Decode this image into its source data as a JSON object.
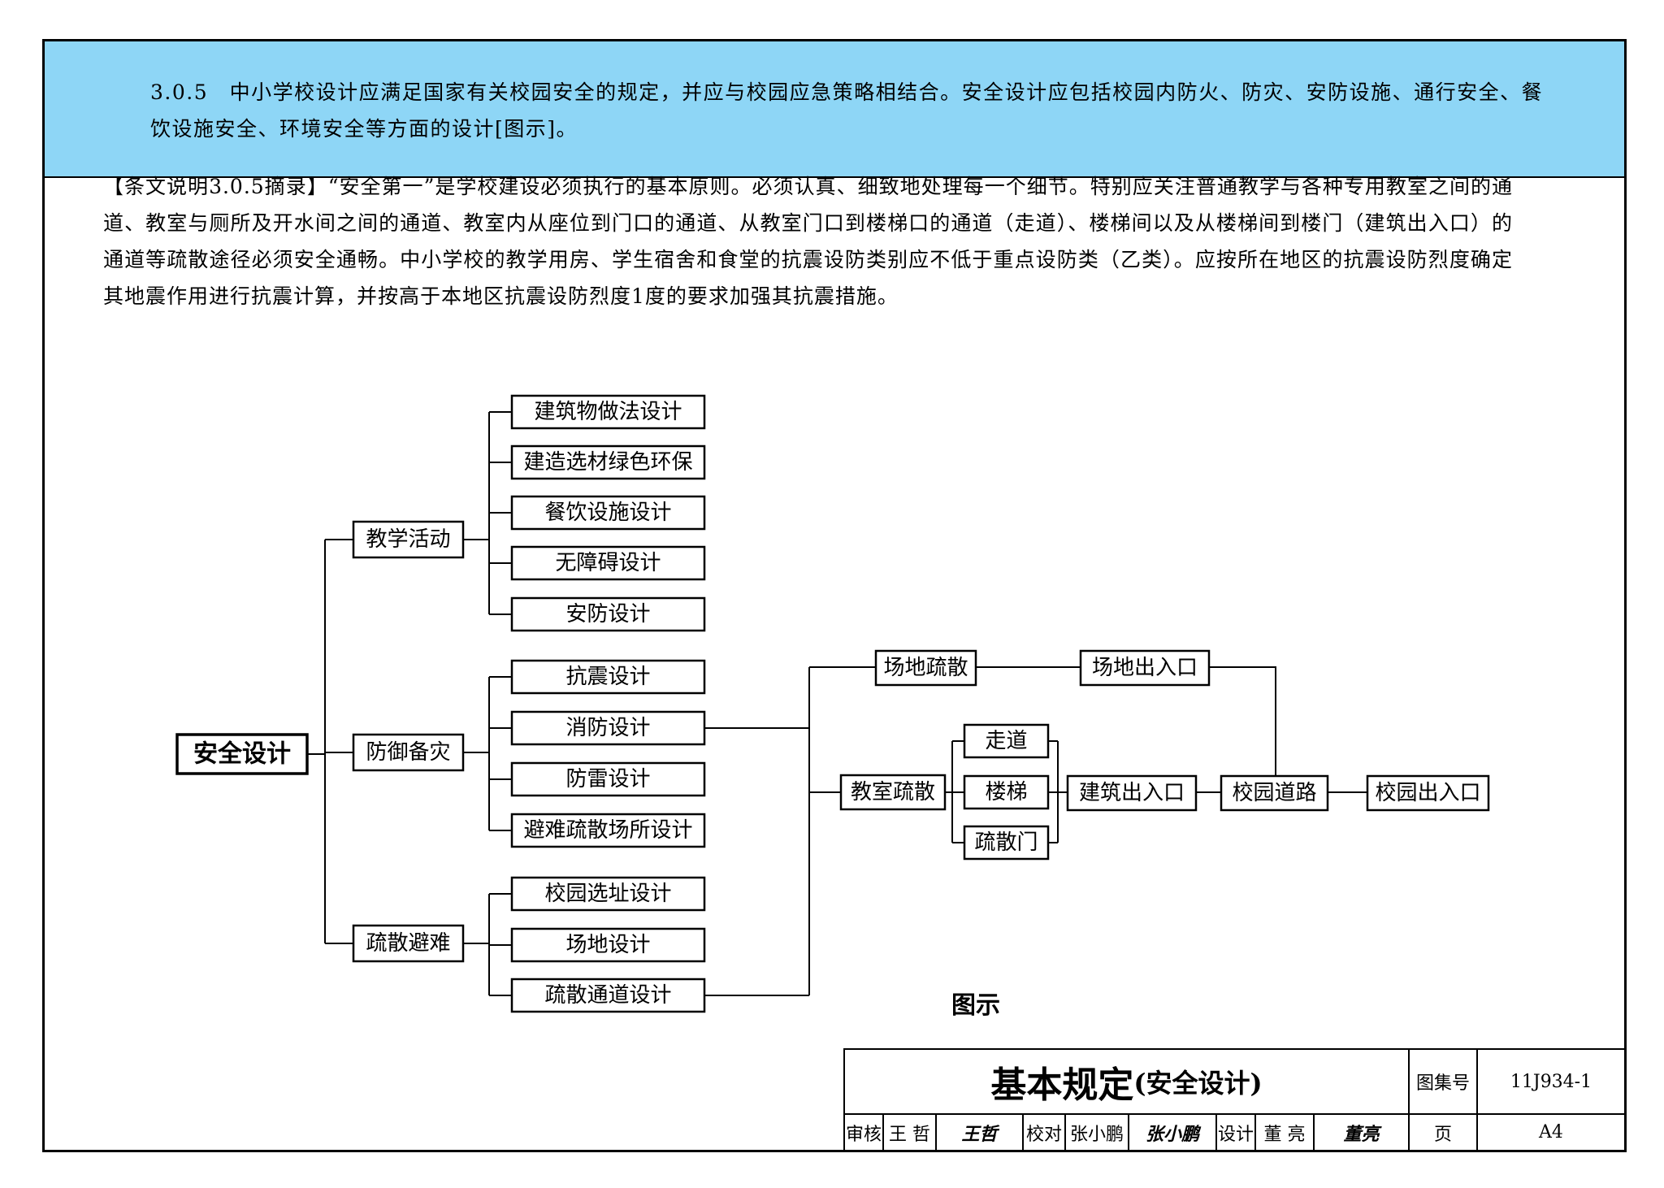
{
  "clause": {
    "text": "3.0.5　中小学校设计应满足国家有关校园安全的规定，并应与校园应急策略相结合。安全设计应包括校园内防火、防灾、安防设施、通行安全、餐饮设施安全、环境安全等方面的设计[图示]。"
  },
  "explanation": {
    "text": "【条文说明3.0.5摘录】“安全第一”是学校建设必须执行的基本原则。必须认真、细致地处理每一个细节。特别应关注普通教学与各种专用教室之间的通道、教室与厕所及开水间之间的通道、教室内从座位到门口的通道、从教室门口到楼梯口的通道（走道）、楼梯间以及从楼梯间到楼门（建筑出入口）的通道等疏散途径必须安全通畅。中小学校的教学用房、学生宿舍和食堂的抗震设防类别应不低于重点设防类（乙类）。应按所在地区的抗震设防烈度确定其地震作用进行抗震计算，并按高于本地区抗震设防烈度1度的要求加强其抗震措施。"
  },
  "diagram": {
    "root": "安全设计",
    "groups": [
      {
        "label": "教学活动",
        "items": [
          "建筑物做法设计",
          "建造选材绿色环保",
          "餐饮设施设计",
          "无障碍设计",
          "安防设计"
        ]
      },
      {
        "label": "防御备灾",
        "items": [
          "抗震设计",
          "消防设计",
          "防雷设计",
          "避难疏散场所设计"
        ]
      },
      {
        "label": "疏散避难",
        "items": [
          "校园选址设计",
          "场地设计",
          "疏散通道设计"
        ]
      }
    ],
    "evacuation": {
      "site_evacuation": "场地疏散",
      "site_exit": "场地出入口",
      "classroom_evacuation": "教室疏散",
      "paths": [
        "走道",
        "楼梯",
        "疏散门"
      ],
      "building_exit": "建筑出入口",
      "campus_road": "校园道路",
      "campus_exit": "校园出入口"
    },
    "caption": "图示"
  },
  "title_block": {
    "title": "基本规定",
    "subtitle": "(安全设计)",
    "atlas_label": "图集号",
    "atlas_number": "11J934-1",
    "review_label": "审核",
    "reviewer": "王 哲",
    "reviewer_signature": "王哲",
    "check_label": "校对",
    "checker": "张小鹏",
    "checker_signature": "张小鹏",
    "design_label": "设计",
    "designer": "董 亮",
    "designer_signature": "董亮",
    "page_label": "页",
    "page_number": "A4"
  }
}
